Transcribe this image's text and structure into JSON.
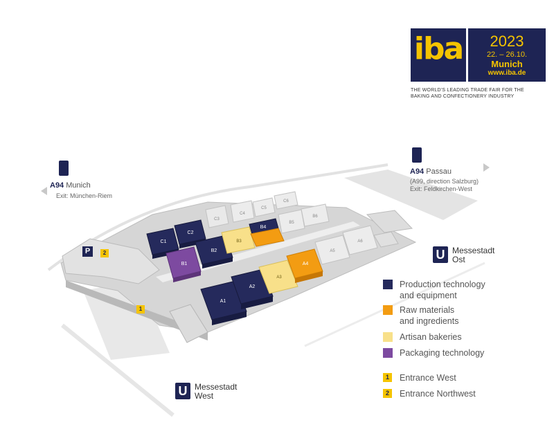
{
  "logo": {
    "word": "iba",
    "year": "2023",
    "dates": "22. – 26.10.",
    "city": "Munich",
    "url": "www.iba.de",
    "tagline_1": "THE WORLD'S LEADING TRADE FAIR FOR THE",
    "tagline_2": "BAKING AND CONFECTIONERY INDUSTRY",
    "brand_color": "#1e2454",
    "accent_color": "#f5c400"
  },
  "highways": {
    "west": {
      "road": "A94",
      "city": "Munich",
      "exit": "Exit: München-Riem",
      "icon": "motorway-icon"
    },
    "east": {
      "road": "A94",
      "city": "Passau",
      "detail": "(A99, direction Salzburg)",
      "exit": "Exit: Feldkirchen-West",
      "icon": "motorway-icon"
    }
  },
  "stations": {
    "east": {
      "letter": "U",
      "line1": "Messestadt",
      "line2": "Ost"
    },
    "west": {
      "letter": "U",
      "line1": "Messestadt",
      "line2": "West"
    }
  },
  "map_markers": {
    "parking": "P",
    "entrance_west": "1",
    "entrance_northwest": "2"
  },
  "halls": {
    "A1": "A1",
    "A2": "A2",
    "A3": "A3",
    "A4": "A4",
    "A5": "A5",
    "A6": "A6",
    "B1": "B1",
    "B2": "B2",
    "B3": "B3",
    "B4": "B4",
    "B5": "B5",
    "B6": "B6",
    "C1": "C1",
    "C2": "C2",
    "C3": "C3",
    "C4": "C4",
    "C5": "C5",
    "C6": "C6"
  },
  "legend": {
    "categories": [
      {
        "line1": "Production technology",
        "line2": "and equipment",
        "color": "#252a5c"
      },
      {
        "line1": "Raw materials",
        "line2": "and ingredients",
        "color": "#f39c12"
      },
      {
        "line1": "Artisan bakeries",
        "line2": "",
        "color": "#f8e08a"
      },
      {
        "line1": "Packaging technology",
        "line2": "",
        "color": "#7d4aa0"
      }
    ],
    "entrances": [
      {
        "num": "1",
        "label": "Entrance West"
      },
      {
        "num": "2",
        "label": "Entrance Northwest"
      }
    ]
  }
}
